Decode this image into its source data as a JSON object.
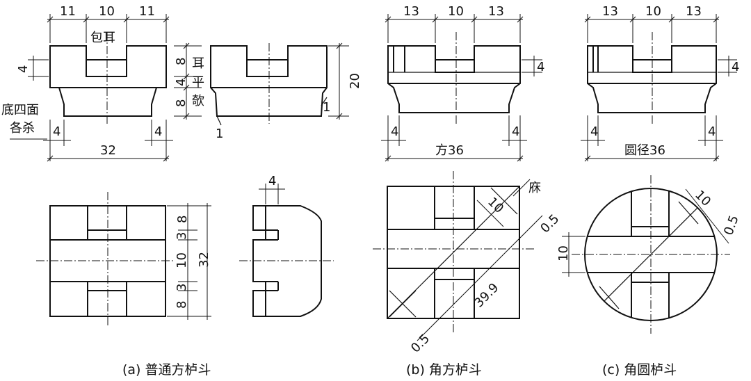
{
  "panel_a": {
    "caption": "(a) 普通方栌斗",
    "dim_top_left": "11",
    "dim_top_mid": "10",
    "dim_top_right": "11",
    "label_ear": "包耳",
    "dim_notch": "4",
    "side_labels": [
      "耳",
      "平",
      "欹"
    ],
    "dim_ear": "8",
    "dim_ping": "4",
    "dim_qi": "8",
    "dim_height": "20",
    "dim_slope_a": "1",
    "dim_slope_b": "1",
    "note_line1": "底四面",
    "note_line2": "各杀",
    "dim_bottom_left": "4",
    "dim_bottom_right": "4",
    "dim_width": "32",
    "dim_plan_depth": "4",
    "plan_dims": [
      "8",
      "3",
      "10",
      "3",
      "8"
    ],
    "plan_total": "32"
  },
  "panel_b": {
    "caption": "(b) 角方栌斗",
    "dim_top_left": "13",
    "dim_top_mid": "10",
    "dim_top_right": "13",
    "dim_notch": "4",
    "dim_bottom_left": "4",
    "dim_bottom_right": "4",
    "dim_width": "方36",
    "label_chamfer": "庥",
    "dim_diag": "10",
    "dim_gap_top": "0.5",
    "dim_long_diag": "39.9",
    "dim_gap_bottom": "0.5"
  },
  "panel_c": {
    "caption": "(c) 角圆栌斗",
    "dim_top_left": "13",
    "dim_top_mid": "10",
    "dim_top_right": "13",
    "dim_notch": "4",
    "dim_bottom_left": "4",
    "dim_bottom_right": "4",
    "dim_width": "圆径36",
    "dim_arc": "10",
    "dim_gap": "0.5",
    "dim_left": "10"
  }
}
